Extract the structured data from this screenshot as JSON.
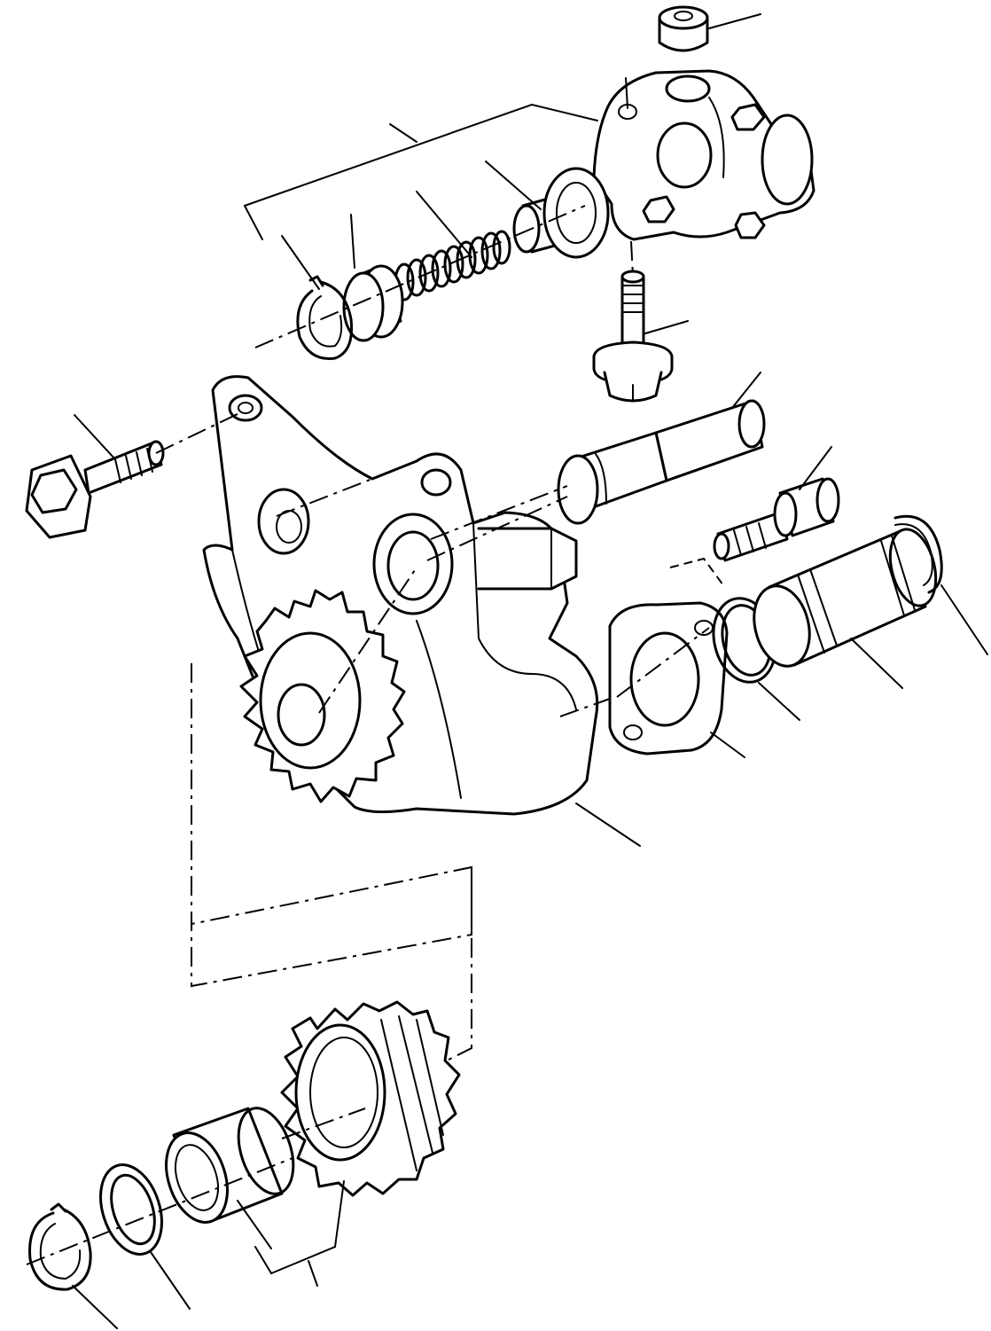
{
  "diagram": {
    "ink_color": "#000000",
    "paper_color": "#ffffff",
    "parts": [
      "cap",
      "valve-housing",
      "valve-plunger",
      "spring",
      "spring-seat",
      "snap-ring-upper",
      "housing-bolt",
      "shaft",
      "cap-screw",
      "mounting-bolt",
      "pump-body",
      "drive-gear",
      "flange-cover",
      "o-ring",
      "strainer-tube",
      "retaining-ring",
      "driven-gear",
      "bushing",
      "thrust-washer",
      "snap-ring-lower"
    ]
  }
}
